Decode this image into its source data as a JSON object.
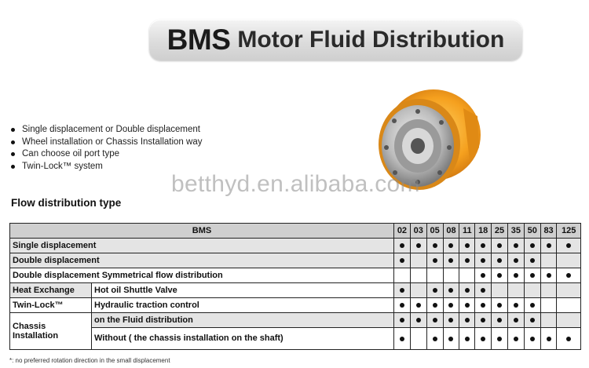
{
  "title": {
    "brand": "BMS",
    "rest": "Motor Fluid Distribution"
  },
  "features": [
    "Single displacement or Double displacement",
    "Wheel installation or Chassis Installation way",
    "Can choose oil port type",
    "Twin-Lock™ system"
  ],
  "watermark": "betthyd.en.alibaba.com",
  "section_title": "Flow distribution type",
  "table": {
    "header_label": "BMS",
    "columns": [
      "02",
      "03",
      "05",
      "08",
      "11",
      "18",
      "25",
      "35",
      "50",
      "83",
      "125"
    ],
    "rows": [
      {
        "label": "Single displacement",
        "sub": "",
        "marks": [
          1,
          1,
          1,
          1,
          1,
          1,
          1,
          1,
          1,
          1,
          1
        ]
      },
      {
        "label": "Double displacement",
        "sub": "",
        "marks": [
          1,
          0,
          1,
          1,
          1,
          1,
          1,
          1,
          1,
          0,
          0
        ]
      },
      {
        "label": "Double displacement Symmetrical flow distribution",
        "sub": "",
        "marks": [
          0,
          0,
          0,
          0,
          0,
          1,
          1,
          1,
          1,
          1,
          1
        ]
      },
      {
        "label": "Heat Exchange",
        "sub": "Hot oil Shuttle Valve",
        "marks": [
          1,
          0,
          1,
          1,
          1,
          1,
          0,
          0,
          0,
          0,
          0
        ]
      },
      {
        "label": "Twin-Lock™",
        "sub": "Hydraulic traction control",
        "marks": [
          1,
          1,
          1,
          1,
          1,
          1,
          1,
          1,
          1,
          0,
          0
        ]
      },
      {
        "label": "Chassis Installation",
        "sub": "on the Fluid distribution",
        "marks": [
          1,
          1,
          1,
          1,
          1,
          1,
          1,
          1,
          1,
          0,
          0
        ]
      },
      {
        "label": "Chassis Installation",
        "sub": "Without ( the chassis installation on the shaft)",
        "marks": [
          1,
          0,
          1,
          1,
          1,
          1,
          1,
          1,
          1,
          1,
          1
        ]
      }
    ]
  },
  "footnote": "*: no preferred rotation direction in the small displacement",
  "colors": {
    "motor_orange": "#f0a020",
    "header_gray": "#cfcfcf"
  },
  "icons": {
    "bullet": "bullet-dot-icon",
    "motor": "hydraulic-motor-image"
  }
}
